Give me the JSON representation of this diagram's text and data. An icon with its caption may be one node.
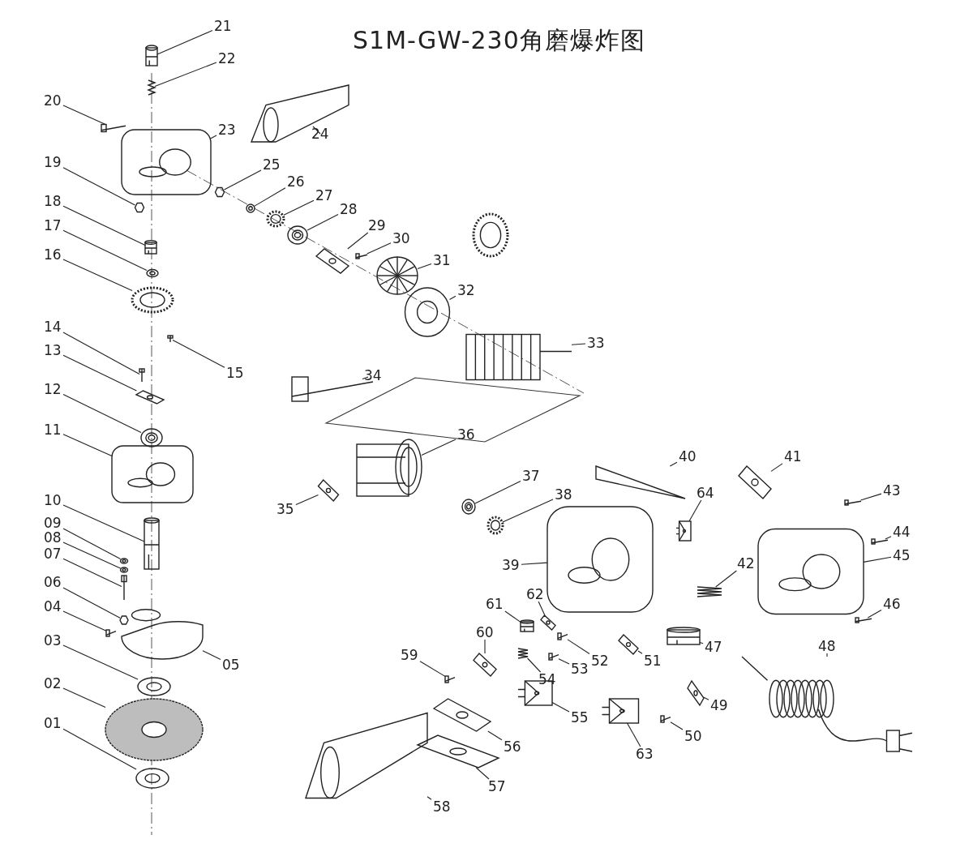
{
  "diagram": {
    "title": "S1M-GW-230角磨爆炸图",
    "nodes": [
      {
        "text": [
          "01"
        ]
      },
      {
        "text": [
          "02"
        ]
      },
      {
        "text": [
          "03"
        ]
      },
      {
        "text": [
          "04"
        ]
      },
      {
        "text": [
          "05"
        ]
      },
      {
        "text": [
          "06"
        ]
      },
      {
        "text": [
          "07"
        ]
      },
      {
        "text": [
          "08"
        ]
      },
      {
        "text": [
          "09"
        ]
      },
      {
        "text": [
          "10"
        ]
      },
      {
        "text": [
          "11"
        ]
      },
      {
        "text": [
          "12"
        ]
      },
      {
        "text": [
          "13"
        ]
      },
      {
        "text": [
          "14"
        ]
      },
      {
        "text": [
          "15"
        ]
      },
      {
        "text": [
          "16"
        ]
      },
      {
        "text": [
          "17"
        ]
      },
      {
        "text": [
          "18"
        ]
      },
      {
        "text": [
          "19"
        ]
      },
      {
        "text": [
          "20"
        ]
      },
      {
        "text": [
          "21"
        ]
      },
      {
        "text": [
          "22"
        ]
      },
      {
        "text": [
          "23"
        ]
      },
      {
        "text": [
          "24"
        ]
      },
      {
        "text": [
          "25"
        ]
      },
      {
        "text": [
          "26"
        ]
      },
      {
        "text": [
          "27"
        ]
      },
      {
        "text": [
          "28"
        ]
      },
      {
        "text": [
          "29"
        ]
      },
      {
        "text": [
          "30"
        ]
      },
      {
        "text": [
          "31"
        ]
      },
      {
        "text": [
          "32"
        ]
      },
      {
        "text": [
          "33"
        ]
      },
      {
        "text": [
          "34"
        ]
      },
      {
        "text": [
          "35"
        ]
      },
      {
        "text": [
          "36"
        ]
      },
      {
        "text": [
          "37"
        ]
      },
      {
        "text": [
          "38"
        ]
      },
      {
        "text": [
          "39"
        ]
      },
      {
        "text": [
          "40"
        ]
      },
      {
        "text": [
          "41"
        ]
      },
      {
        "text": [
          "42"
        ]
      },
      {
        "text": [
          "43"
        ]
      },
      {
        "text": [
          "44"
        ]
      },
      {
        "text": [
          "45"
        ]
      },
      {
        "text": [
          "46"
        ]
      },
      {
        "text": [
          "47"
        ]
      },
      {
        "text": [
          "48"
        ]
      },
      {
        "text": [
          "49"
        ]
      },
      {
        "text": [
          "50"
        ]
      },
      {
        "text": [
          "51"
        ]
      },
      {
        "text": [
          "52"
        ]
      },
      {
        "text": [
          "53"
        ]
      },
      {
        "text": [
          "54"
        ]
      },
      {
        "text": [
          "55"
        ]
      },
      {
        "text": [
          "56"
        ]
      },
      {
        "text": [
          "57"
        ]
      },
      {
        "text": [
          "58"
        ]
      },
      {
        "text": [
          "59"
        ]
      },
      {
        "text": [
          "60"
        ]
      },
      {
        "text": [
          "61"
        ]
      },
      {
        "text": [
          "62"
        ]
      },
      {
        "text": [
          "63"
        ]
      },
      {
        "text": [
          "64"
        ]
      },
      {
        "text": [],
        "shape": "picture"
      },
      {
        "text": [],
        "shape": "picture"
      },
      {
        "text": [],
        "shape": "picture"
      },
      {
        "text": [],
        "shape": "picture"
      },
      {
        "text": [],
        "shape": "picture"
      },
      {
        "text": [],
        "shape": "picture"
      },
      {
        "text": [],
        "shape": "picture"
      },
      {
        "text": [],
        "shape": "picture"
      },
      {
        "text": [],
        "shape": "picture"
      },
      {
        "text": [],
        "shape": "picture"
      },
      {
        "text": [],
        "shape": "picture"
      },
      {
        "text": [],
        "shape": "picture"
      },
      {
        "text": [],
        "shape": "picture"
      },
      {
        "text": [],
        "shape": "picture"
      },
      {
        "text": [],
        "shape": "picture"
      },
      {
        "text": [],
        "shape": "picture"
      },
      {
        "text": [],
        "shape": "picture"
      },
      {
        "text": [],
        "shape": "picture"
      },
      {
        "text": [],
        "shape": "picture"
      },
      {
        "text": [],
        "shape": "picture"
      },
      {
        "text": [],
        "shape": "picture"
      },
      {
        "text": [],
        "shape": "picture"
      },
      {
        "text": [],
        "shape": "picture"
      },
      {
        "text": [],
        "shape": "picture"
      },
      {
        "text": [],
        "shape": "picture"
      },
      {
        "text": [],
        "shape": "picture"
      },
      {
        "text": [],
        "shape": "picture"
      },
      {
        "text": [],
        "shape": "picture"
      },
      {
        "text": [],
        "shape": "picture"
      },
      {
        "text": [],
        "shape": "picture"
      },
      {
        "text": [],
        "shape": "picture"
      },
      {
        "text": [],
        "shape": "picture"
      },
      {
        "text": [],
        "shape": "picture"
      },
      {
        "text": [],
        "shape": "picture"
      },
      {
        "text": [],
        "shape": "picture"
      },
      {
        "text": [],
        "shape": "picture"
      },
      {
        "text": [],
        "shape": "picture"
      },
      {
        "text": [],
        "shape": "picture"
      },
      {
        "text": [],
        "shape": "picture"
      },
      {
        "text": [],
        "shape": "picture"
      },
      {
        "text": [],
        "shape": "picture"
      },
      {
        "text": [],
        "shape": "picture"
      },
      {
        "text": [],
        "shape": "picture"
      },
      {
        "text": [],
        "shape": "picture"
      },
      {
        "text": [],
        "shape": "picture"
      },
      {
        "text": [],
        "shape": "picture"
      },
      {
        "text": [],
        "shape": "picture"
      },
      {
        "text": [],
        "shape": "picture"
      },
      {
        "text": [],
        "shape": "picture"
      },
      {
        "text": [],
        "shape": "picture"
      },
      {
        "text": [],
        "shape": "picture"
      },
      {
        "text": [],
        "shape": "picture"
      },
      {
        "text": [],
        "shape": "picture"
      },
      {
        "text": [],
        "shape": "picture"
      },
      {
        "text": [],
        "shape": "picture"
      },
      {
        "text": [],
        "shape": "picture"
      },
      {
        "text": [],
        "shape": "picture"
      },
      {
        "text": [],
        "shape": "picture"
      },
      {
        "text": [],
        "shape": "picture"
      },
      {
        "text": [],
        "shape": "picture"
      },
      {
        "text": [],
        "shape": "picture"
      },
      {
        "text": [],
        "shape": "picture"
      },
      {
        "text": [],
        "shape": "picture"
      },
      {
        "text": [],
        "shape": "picture"
      }
    ],
    "edges": [
      {
        "from": 0,
        "to": 64,
        "arrow": "none"
      },
      {
        "from": 1,
        "to": 65,
        "arrow": "none"
      },
      {
        "from": 2,
        "to": 66,
        "arrow": "none"
      },
      {
        "from": 3,
        "to": 67,
        "arrow": "none"
      },
      {
        "from": 4,
        "to": 68,
        "arrow": "none"
      },
      {
        "from": 5,
        "to": 69,
        "arrow": "none"
      },
      {
        "from": 6,
        "to": 70,
        "arrow": "none"
      },
      {
        "from": 7,
        "to": 71,
        "arrow": "none"
      },
      {
        "from": 8,
        "to": 72,
        "arrow": "none"
      },
      {
        "from": 9,
        "to": 73,
        "arrow": "none"
      },
      {
        "from": 10,
        "to": 74,
        "arrow": "none"
      },
      {
        "from": 11,
        "to": 75,
        "arrow": "none"
      },
      {
        "from": 12,
        "to": 76,
        "arrow": "none"
      },
      {
        "from": 13,
        "to": 77,
        "arrow": "none"
      },
      {
        "from": 14,
        "to": 78,
        "arrow": "none"
      },
      {
        "from": 15,
        "to": 79,
        "arrow": "none"
      },
      {
        "from": 16,
        "to": 80,
        "arrow": "none"
      },
      {
        "from": 17,
        "to": 81,
        "arrow": "none"
      },
      {
        "from": 18,
        "to": 82,
        "arrow": "none"
      },
      {
        "from": 19,
        "to": 83,
        "arrow": "none"
      },
      {
        "from": 20,
        "to": 84,
        "arrow": "none"
      },
      {
        "from": 21,
        "to": 85,
        "arrow": "none"
      },
      {
        "from": 22,
        "to": 86,
        "arrow": "none"
      },
      {
        "from": 23,
        "to": 87,
        "arrow": "none"
      },
      {
        "from": 24,
        "to": 88,
        "arrow": "none"
      },
      {
        "from": 25,
        "to": 89,
        "arrow": "none"
      },
      {
        "from": 26,
        "to": 90,
        "arrow": "none"
      },
      {
        "from": 27,
        "to": 91,
        "arrow": "none"
      },
      {
        "from": 28,
        "to": 92,
        "arrow": "none"
      },
      {
        "from": 29,
        "to": 93,
        "arrow": "none"
      },
      {
        "from": 30,
        "to": 94,
        "arrow": "none"
      },
      {
        "from": 31,
        "to": 95,
        "arrow": "none"
      },
      {
        "from": 32,
        "to": 96,
        "arrow": "none"
      },
      {
        "from": 33,
        "to": 97,
        "arrow": "none"
      },
      {
        "from": 34,
        "to": 98,
        "arrow": "none"
      },
      {
        "from": 35,
        "to": 99,
        "arrow": "none"
      },
      {
        "from": 36,
        "to": 100,
        "arrow": "none"
      },
      {
        "from": 37,
        "to": 101,
        "arrow": "none"
      },
      {
        "from": 38,
        "to": 102,
        "arrow": "none"
      },
      {
        "from": 39,
        "to": 103,
        "arrow": "none"
      },
      {
        "from": 40,
        "to": 104,
        "arrow": "none"
      },
      {
        "from": 41,
        "to": 105,
        "arrow": "none"
      },
      {
        "from": 42,
        "to": 106,
        "arrow": "none"
      },
      {
        "from": 43,
        "to": 107,
        "arrow": "none"
      },
      {
        "from": 44,
        "to": 108,
        "arrow": "none"
      },
      {
        "from": 45,
        "to": 109,
        "arrow": "none"
      },
      {
        "from": 46,
        "to": 110,
        "arrow": "none"
      },
      {
        "from": 47,
        "to": 111,
        "arrow": "none"
      },
      {
        "from": 48,
        "to": 112,
        "arrow": "none"
      },
      {
        "from": 49,
        "to": 113,
        "arrow": "none"
      },
      {
        "from": 50,
        "to": 114,
        "arrow": "none"
      },
      {
        "from": 51,
        "to": 115,
        "arrow": "none"
      },
      {
        "from": 52,
        "to": 116,
        "arrow": "none"
      },
      {
        "from": 53,
        "to": 117,
        "arrow": "none"
      },
      {
        "from": 54,
        "to": 118,
        "arrow": "none"
      },
      {
        "from": 55,
        "to": 119,
        "arrow": "none"
      },
      {
        "from": 56,
        "to": 120,
        "arrow": "none"
      },
      {
        "from": 57,
        "to": 121,
        "arrow": "none"
      },
      {
        "from": 58,
        "to": 122,
        "arrow": "none"
      },
      {
        "from": 59,
        "to": 123,
        "arrow": "none"
      },
      {
        "from": 60,
        "to": 124,
        "arrow": "none"
      },
      {
        "from": 61,
        "to": 125,
        "arrow": "none"
      },
      {
        "from": 62,
        "to": 126,
        "arrow": "none"
      },
      {
        "from": 63,
        "to": 127,
        "arrow": "none"
      }
    ]
  }
}
